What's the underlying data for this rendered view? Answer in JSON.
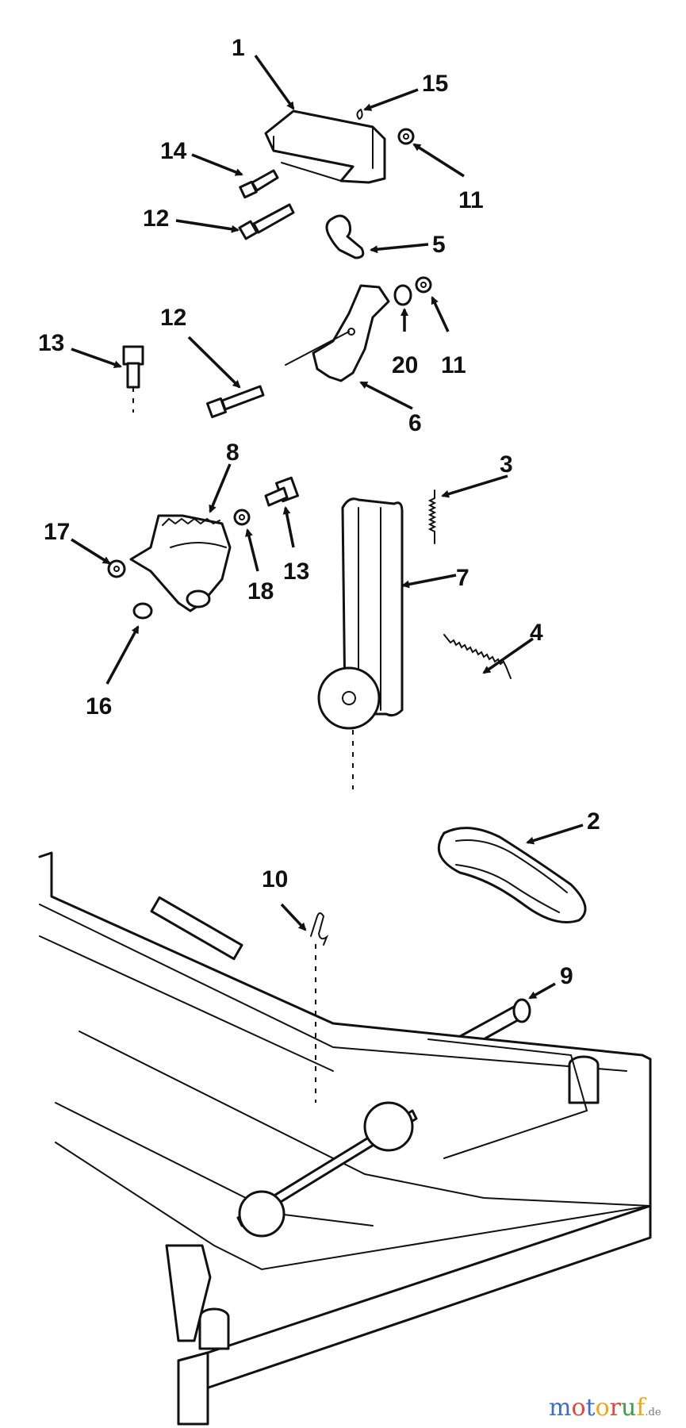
{
  "diagram": {
    "callouts": [
      "1",
      "15",
      "14",
      "11",
      "12",
      "5",
      "12",
      "13",
      "20",
      "11",
      "6",
      "8",
      "3",
      "17",
      "18",
      "13",
      "7",
      "4",
      "16",
      "2",
      "10",
      "9"
    ]
  },
  "watermark": {
    "text": "motoruf",
    "suffix": ".de",
    "letter_colors": [
      "#3a6ec9",
      "#e0483c",
      "#3a6ec9",
      "#f0a818",
      "#e0483c",
      "#3aa047",
      "#f0a818"
    ]
  }
}
